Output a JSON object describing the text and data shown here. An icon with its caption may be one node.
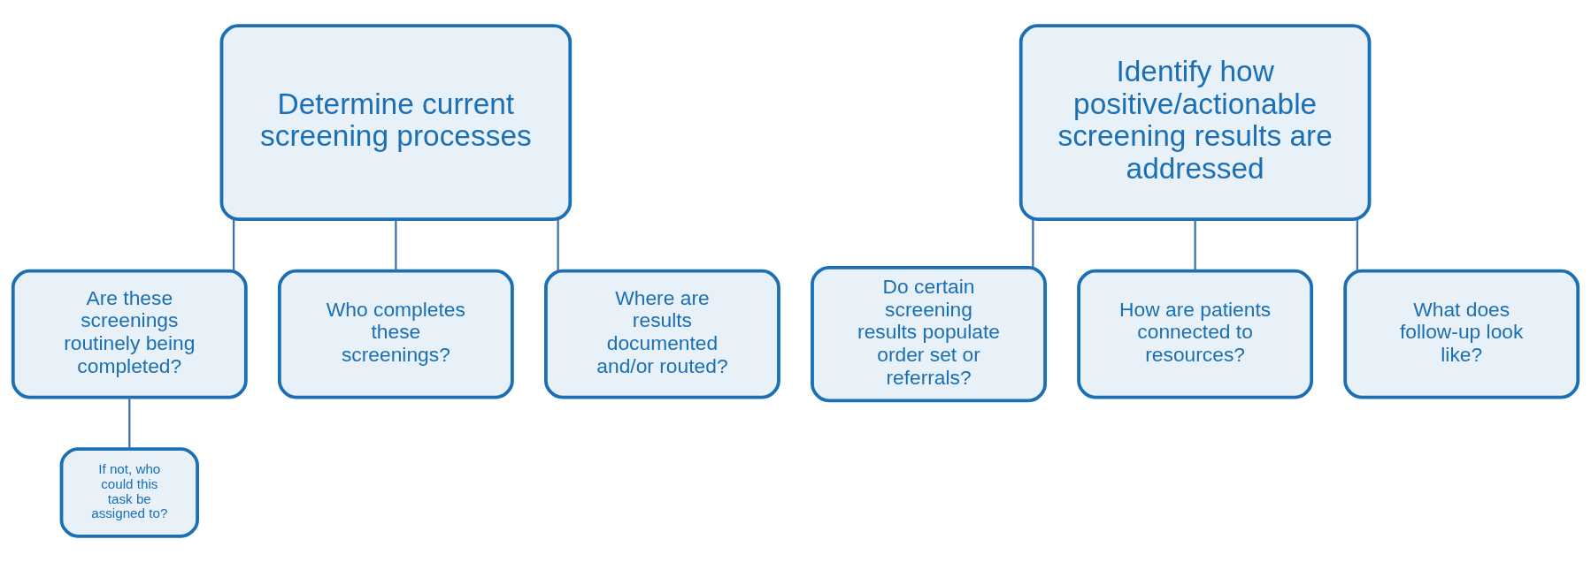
{
  "diagram": {
    "nodes": [
      {
        "text": [
          "Determine current screening processes"
        ]
      },
      {
        "text": [
          "Identify how positive/actionable screening results are addressed"
        ]
      },
      {
        "text": [
          "Are these screenings routinely being completed?"
        ]
      },
      {
        "text": [
          "Who completes these screenings?"
        ]
      },
      {
        "text": [
          "Where are results documented and/or routed?"
        ]
      },
      {
        "text": [
          "Do certain screening results populate order set or referrals?"
        ]
      },
      {
        "text": [
          "How are patients connected to resources?"
        ]
      },
      {
        "text": [
          "What does follow-up look like?"
        ]
      },
      {
        "text": [
          "If not, who could this task be assigned to?"
        ]
      }
    ],
    "edges": [
      {
        "from": 0,
        "to": 2,
        "arrow": "none"
      },
      {
        "from": 0,
        "to": 3,
        "arrow": "none"
      },
      {
        "from": 0,
        "to": 4,
        "arrow": "none"
      },
      {
        "from": 1,
        "to": 5,
        "arrow": "none"
      },
      {
        "from": 1,
        "to": 6,
        "arrow": "none"
      },
      {
        "from": 1,
        "to": 7,
        "arrow": "none"
      },
      {
        "from": 2,
        "to": 8,
        "arrow": "none"
      }
    ]
  }
}
